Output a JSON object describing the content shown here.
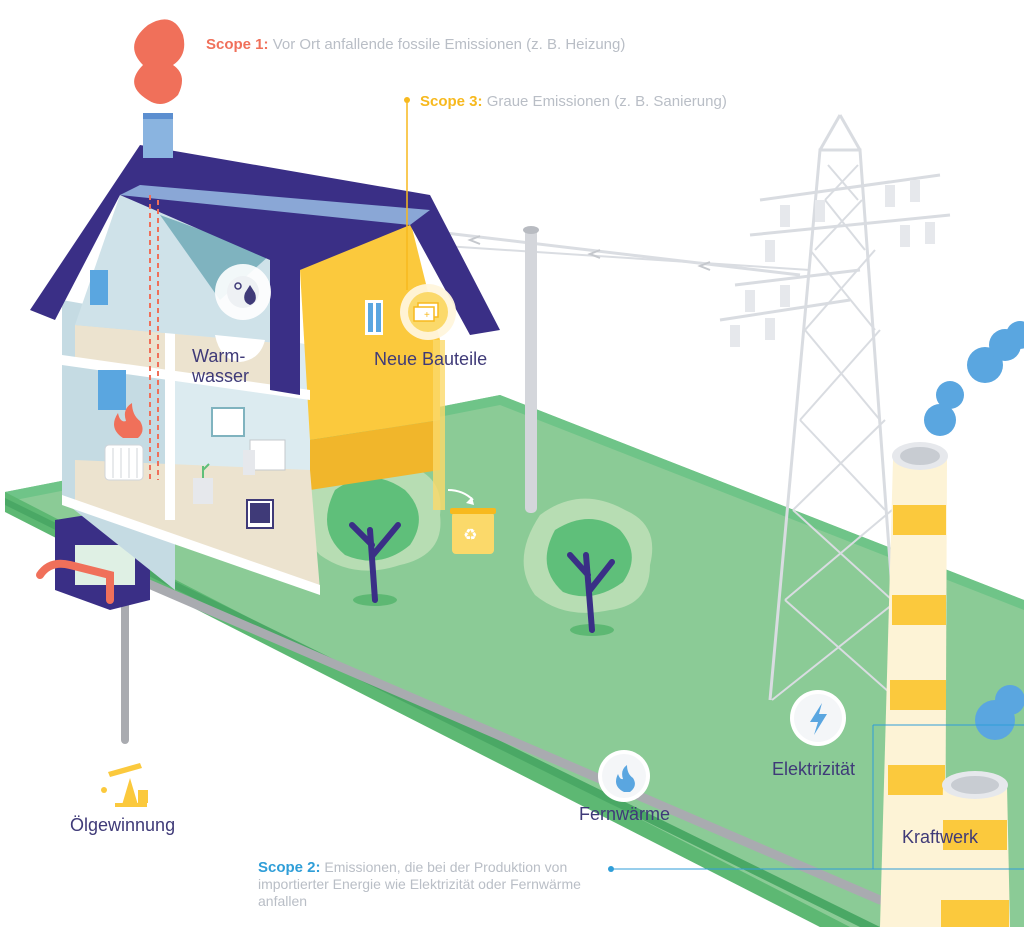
{
  "scopes": {
    "scope1": {
      "key": "Scope 1:",
      "text": "Vor Ort anfallende fossile Emissionen (z. B. Heizung)",
      "color": "#f0705a"
    },
    "scope2": {
      "key": "Scope 2:",
      "text": "Emissionen, die bei der Produktion von importierter Energie wie Elektrizität oder Fernwärme anfallen",
      "color": "#2f9ed8"
    },
    "scope3": {
      "key": "Scope 3:",
      "text": "Graue Emissionen (z. B. Sanierung)",
      "color": "#f7b91e"
    }
  },
  "labels": {
    "warmwasser_1": "Warm-",
    "warmwasser_2": "wasser",
    "neue_bauteile": "Neue Bauteile",
    "elektrizitaet": "Elektrizität",
    "fernwaerme": "Fernwärme",
    "oelgewinnung": "Ölgewinnung",
    "kraftwerk": "Kraftwerk"
  },
  "colors": {
    "roof": "#3a2f86",
    "ground": "#8bcb96",
    "ground_top": "#5fbf7a",
    "wall_blue": "#c5dbe3",
    "wall_yellow": "#fbc93d",
    "smoke_red": "#f0705a",
    "smoke_blue": "#5aa6e0",
    "pylon": "#dadde2",
    "text_place": "#3f3a78"
  },
  "icons": [
    "smoke-icon",
    "flame-icon",
    "radiator-icon",
    "water-drop-icon",
    "recycle-bin-icon",
    "lightning-icon",
    "oil-pump-icon",
    "new-parts-icon",
    "tree-icon",
    "power-pylon-icon",
    "chimney-icon"
  ]
}
